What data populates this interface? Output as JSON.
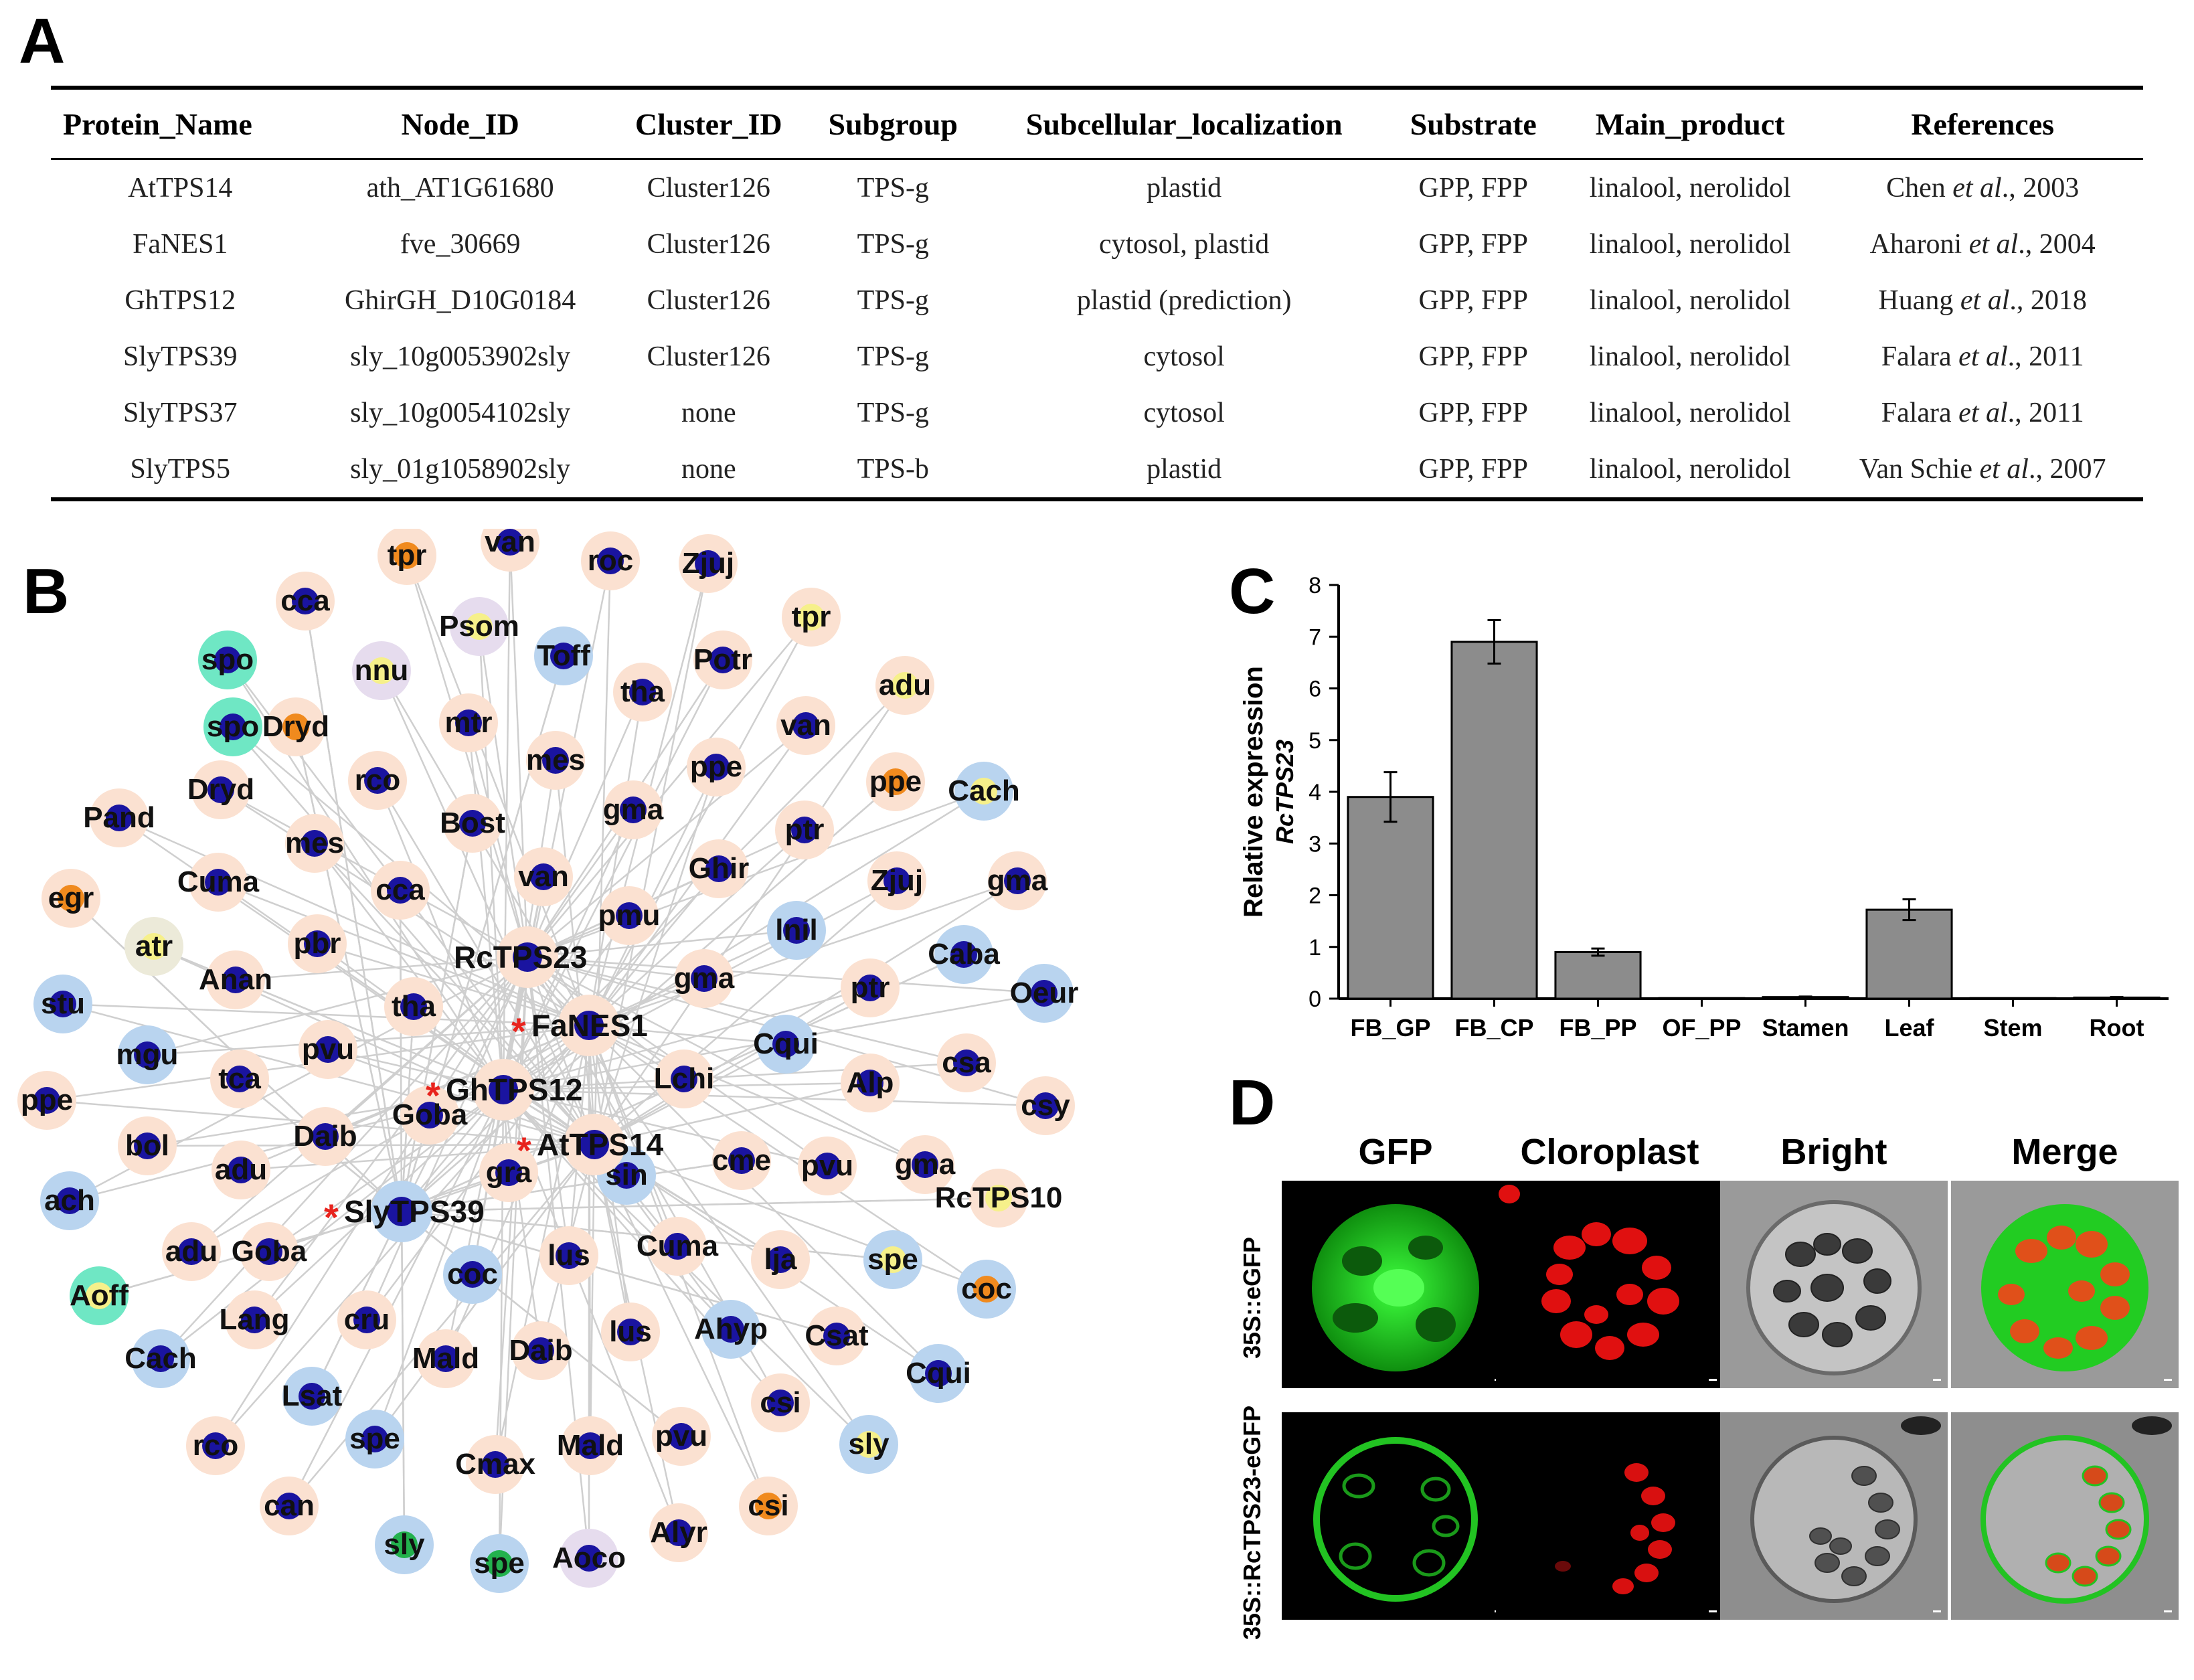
{
  "panels": {
    "a": "A",
    "b": "B",
    "c": "C",
    "d": "D"
  },
  "table": {
    "headers": [
      "Protein_Name",
      "Node_ID",
      "Cluster_ID",
      "Subgroup",
      "Subcellular_localization",
      "Substrate",
      "Main_product",
      "References"
    ],
    "rows": [
      {
        "protein": "AtTPS14",
        "node": "ath_AT1G61680",
        "cluster": "Cluster126",
        "subgroup": "TPS-g",
        "localization": "plastid",
        "substrate": "GPP, FPP",
        "product": "linalool, nerolidol",
        "ref_author": "Chen ",
        "ref_etal": "et al",
        "ref_year": "., 2003"
      },
      {
        "protein": "FaNES1",
        "node": "fve_30669",
        "cluster": "Cluster126",
        "subgroup": "TPS-g",
        "localization": "cytosol, plastid",
        "substrate": "GPP, FPP",
        "product": "linalool, nerolidol",
        "ref_author": "Aharoni ",
        "ref_etal": "et al",
        "ref_year": "., 2004"
      },
      {
        "protein": "GhTPS12",
        "node": "GhirGH_D10G0184",
        "cluster": "Cluster126",
        "subgroup": "TPS-g",
        "localization": "plastid (prediction)",
        "substrate": "GPP, FPP",
        "product": "linalool, nerolidol",
        "ref_author": "Huang ",
        "ref_etal": "et al",
        "ref_year": "., 2018"
      },
      {
        "protein": "SlyTPS39",
        "node": "sly_10g0053902sly",
        "cluster": "Cluster126",
        "subgroup": "TPS-g",
        "localization": "cytosol",
        "substrate": "GPP, FPP",
        "product": "linalool, nerolidol",
        "ref_author": "Falara ",
        "ref_etal": "et al",
        "ref_year": "., 2011"
      },
      {
        "protein": "SlyTPS37",
        "node": "sly_10g0054102sly",
        "cluster": "none",
        "subgroup": "TPS-g",
        "localization": "cytosol",
        "substrate": "GPP, FPP",
        "product": "linalool, nerolidol",
        "ref_author": "Falara ",
        "ref_etal": "et al",
        "ref_year": "., 2011"
      },
      {
        "protein": "SlyTPS5",
        "node": "sly_01g1058902sly",
        "cluster": "none",
        "subgroup": "TPS-b",
        "localization": "plastid",
        "substrate": "GPP, FPP",
        "product": "linalool, nerolidol",
        "ref_author": "Van Schie ",
        "ref_etal": "et al",
        "ref_year": "., 2007"
      }
    ]
  },
  "network": {
    "hubs": [
      {
        "label": "RcTPS23",
        "star": false
      },
      {
        "label": "FaNES1",
        "star": true
      },
      {
        "label": "GhTPS12",
        "star": true
      },
      {
        "label": "AtTPS14",
        "star": true
      },
      {
        "label": "SlyTPS39",
        "star": true
      }
    ],
    "nodes": [
      {
        "label": "van",
        "ring": "peach",
        "dot": "navy"
      },
      {
        "label": "tpr",
        "ring": "peach",
        "dot": "orange"
      },
      {
        "label": "roc",
        "ring": "peach",
        "dot": "navy"
      },
      {
        "label": "Zjuj",
        "ring": "peach",
        "dot": "navy"
      },
      {
        "label": "cca",
        "ring": "peach",
        "dot": "navy"
      },
      {
        "label": "Psom",
        "ring": "lavender",
        "dot": "yellow"
      },
      {
        "label": "tpr",
        "ring": "peach",
        "dot": "yellow"
      },
      {
        "label": "spo",
        "ring": "teal",
        "dot": "navy"
      },
      {
        "label": "nnu",
        "ring": "lavender",
        "dot": "yellow"
      },
      {
        "label": "Toff",
        "ring": "blue",
        "dot": "navy"
      },
      {
        "label": "Potr",
        "ring": "peach",
        "dot": "navy"
      },
      {
        "label": "tha",
        "ring": "peach",
        "dot": "navy"
      },
      {
        "label": "adu",
        "ring": "peach",
        "dot": "yellow"
      },
      {
        "label": "spo",
        "ring": "teal",
        "dot": "navy"
      },
      {
        "label": "Dryd",
        "ring": "peach",
        "dot": "orange"
      },
      {
        "label": "mtr",
        "ring": "peach",
        "dot": "navy"
      },
      {
        "label": "van",
        "ring": "peach",
        "dot": "navy"
      },
      {
        "label": "mes",
        "ring": "peach",
        "dot": "navy"
      },
      {
        "label": "ppe",
        "ring": "peach",
        "dot": "navy"
      },
      {
        "label": "ppe",
        "ring": "peach",
        "dot": "orange"
      },
      {
        "label": "Cach",
        "ring": "blue",
        "dot": "yellow"
      },
      {
        "label": "Dryd",
        "ring": "peach",
        "dot": "navy"
      },
      {
        "label": "rco",
        "ring": "peach",
        "dot": "navy"
      },
      {
        "label": "Pand",
        "ring": "peach",
        "dot": "navy"
      },
      {
        "label": "Bost",
        "ring": "peach",
        "dot": "navy"
      },
      {
        "label": "gma",
        "ring": "peach",
        "dot": "navy"
      },
      {
        "label": "ptr",
        "ring": "peach",
        "dot": "navy"
      },
      {
        "label": "mes",
        "ring": "peach",
        "dot": "navy"
      },
      {
        "label": "Cuma",
        "ring": "peach",
        "dot": "navy"
      },
      {
        "label": "cca",
        "ring": "peach",
        "dot": "navy"
      },
      {
        "label": "van",
        "ring": "peach",
        "dot": "navy"
      },
      {
        "label": "Ghir",
        "ring": "peach",
        "dot": "navy"
      },
      {
        "label": "Zjuj",
        "ring": "peach",
        "dot": "navy"
      },
      {
        "label": "gma",
        "ring": "peach",
        "dot": "navy"
      },
      {
        "label": "egr",
        "ring": "peach",
        "dot": "orange"
      },
      {
        "label": "pmu",
        "ring": "peach",
        "dot": "navy"
      },
      {
        "label": "lnil",
        "ring": "blue",
        "dot": "navy"
      },
      {
        "label": "atr",
        "ring": "cream",
        "dot": "yellow"
      },
      {
        "label": "pbr",
        "ring": "peach",
        "dot": "navy"
      },
      {
        "label": "Caba",
        "ring": "blue",
        "dot": "navy"
      },
      {
        "label": "Anan",
        "ring": "peach",
        "dot": "navy"
      },
      {
        "label": "gma",
        "ring": "peach",
        "dot": "navy"
      },
      {
        "label": "ptr",
        "ring": "peach",
        "dot": "navy"
      },
      {
        "label": "stu",
        "ring": "blue",
        "dot": "navy"
      },
      {
        "label": "tha",
        "ring": "peach",
        "dot": "navy"
      },
      {
        "label": "Oeur",
        "ring": "blue",
        "dot": "navy"
      },
      {
        "label": "mgu",
        "ring": "blue",
        "dot": "navy"
      },
      {
        "label": "pvu",
        "ring": "peach",
        "dot": "navy"
      },
      {
        "label": "Cqui",
        "ring": "blue",
        "dot": "navy"
      },
      {
        "label": "tca",
        "ring": "peach",
        "dot": "navy"
      },
      {
        "label": "csa",
        "ring": "peach",
        "dot": "navy"
      },
      {
        "label": "Lchi",
        "ring": "peach",
        "dot": "navy"
      },
      {
        "label": "Alp",
        "ring": "peach",
        "dot": "navy"
      },
      {
        "label": "ppe",
        "ring": "peach",
        "dot": "navy"
      },
      {
        "label": "Goba",
        "ring": "peach",
        "dot": "navy"
      },
      {
        "label": "csy",
        "ring": "peach",
        "dot": "navy"
      },
      {
        "label": "Daib",
        "ring": "peach",
        "dot": "navy"
      },
      {
        "label": "bol",
        "ring": "peach",
        "dot": "navy"
      },
      {
        "label": "adu",
        "ring": "peach",
        "dot": "navy"
      },
      {
        "label": "cme",
        "ring": "peach",
        "dot": "navy"
      },
      {
        "label": "pvu",
        "ring": "peach",
        "dot": "navy"
      },
      {
        "label": "gma",
        "ring": "peach",
        "dot": "navy"
      },
      {
        "label": "gra",
        "ring": "peach",
        "dot": "navy"
      },
      {
        "label": "sin",
        "ring": "blue",
        "dot": "navy"
      },
      {
        "label": "RcTPS10",
        "ring": "peach",
        "dot": "yellow"
      },
      {
        "label": "ach",
        "ring": "blue",
        "dot": "navy"
      },
      {
        "label": "adu",
        "ring": "peach",
        "dot": "navy"
      },
      {
        "label": "Goba",
        "ring": "peach",
        "dot": "navy"
      },
      {
        "label": "Cuma",
        "ring": "peach",
        "dot": "navy"
      },
      {
        "label": "spe",
        "ring": "blue",
        "dot": "yellow"
      },
      {
        "label": "coc",
        "ring": "blue",
        "dot": "navy"
      },
      {
        "label": "lus",
        "ring": "peach",
        "dot": "navy"
      },
      {
        "label": "lja",
        "ring": "peach",
        "dot": "navy"
      },
      {
        "label": "coc",
        "ring": "blue",
        "dot": "orange"
      },
      {
        "label": "Aoff",
        "ring": "teal",
        "dot": "yellow"
      },
      {
        "label": "Lang",
        "ring": "peach",
        "dot": "navy"
      },
      {
        "label": "cru",
        "ring": "peach",
        "dot": "navy"
      },
      {
        "label": "Ahyp",
        "ring": "blue",
        "dot": "navy"
      },
      {
        "label": "lus",
        "ring": "peach",
        "dot": "navy"
      },
      {
        "label": "Csat",
        "ring": "peach",
        "dot": "navy"
      },
      {
        "label": "Cach",
        "ring": "blue",
        "dot": "navy"
      },
      {
        "label": "Mald",
        "ring": "peach",
        "dot": "navy"
      },
      {
        "label": "Daib",
        "ring": "peach",
        "dot": "navy"
      },
      {
        "label": "Cqui",
        "ring": "blue",
        "dot": "navy"
      },
      {
        "label": "Lsat",
        "ring": "blue",
        "dot": "navy"
      },
      {
        "label": "csi",
        "ring": "peach",
        "dot": "navy"
      },
      {
        "label": "rco",
        "ring": "peach",
        "dot": "navy"
      },
      {
        "label": "spe",
        "ring": "blue",
        "dot": "navy"
      },
      {
        "label": "Mald",
        "ring": "peach",
        "dot": "navy"
      },
      {
        "label": "pvu",
        "ring": "peach",
        "dot": "navy"
      },
      {
        "label": "sly",
        "ring": "blue",
        "dot": "yellow"
      },
      {
        "label": "Cmax",
        "ring": "peach",
        "dot": "navy"
      },
      {
        "label": "can",
        "ring": "peach",
        "dot": "navy"
      },
      {
        "label": "csi",
        "ring": "peach",
        "dot": "orange"
      },
      {
        "label": "sly",
        "ring": "blue",
        "dot": "green"
      },
      {
        "label": "spe",
        "ring": "blue",
        "dot": "green"
      },
      {
        "label": "Aoco",
        "ring": "lavender",
        "dot": "navy"
      },
      {
        "label": "Alyr",
        "ring": "peach",
        "dot": "navy"
      }
    ]
  },
  "chart_data": {
    "type": "bar",
    "categories": [
      "FB_GP",
      "FB_CP",
      "FB_PP",
      "OF_PP",
      "Stamen",
      "Leaf",
      "Stem",
      "Root"
    ],
    "values": [
      3.9,
      6.9,
      0.9,
      0.01,
      0.03,
      1.72,
      0.01,
      0.02
    ],
    "errors": [
      0.48,
      0.42,
      0.07,
      0,
      0.01,
      0.2,
      0,
      0.01
    ],
    "ylabel_line1": "Relative expression",
    "ylabel_line2": "RcTPS23",
    "ylim": [
      0,
      8
    ],
    "yticks": [
      0,
      1,
      2,
      3,
      4,
      5,
      6,
      7,
      8
    ],
    "bar_color": "#8c8c8c",
    "grid": false
  },
  "micrographs": {
    "columns": [
      "GFP",
      "Cloroplast",
      "Bright",
      "Merge"
    ],
    "rows": [
      "35S::eGFP",
      "35S::RcTPS23-eGFP"
    ]
  },
  "colors": {
    "ring_peach": "#fbe1d1",
    "ring_blue": "#b9d4ef",
    "ring_teal": "#6fe7c4",
    "ring_lavender": "#e6dcee",
    "ring_cream": "#ecead9",
    "dot_navy": "#1a14a0",
    "dot_yellow": "#f6f08a",
    "dot_orange": "#f08a1e",
    "dot_green": "#23b14d",
    "edge": "#cfcfcf",
    "star": "#e8231d"
  }
}
